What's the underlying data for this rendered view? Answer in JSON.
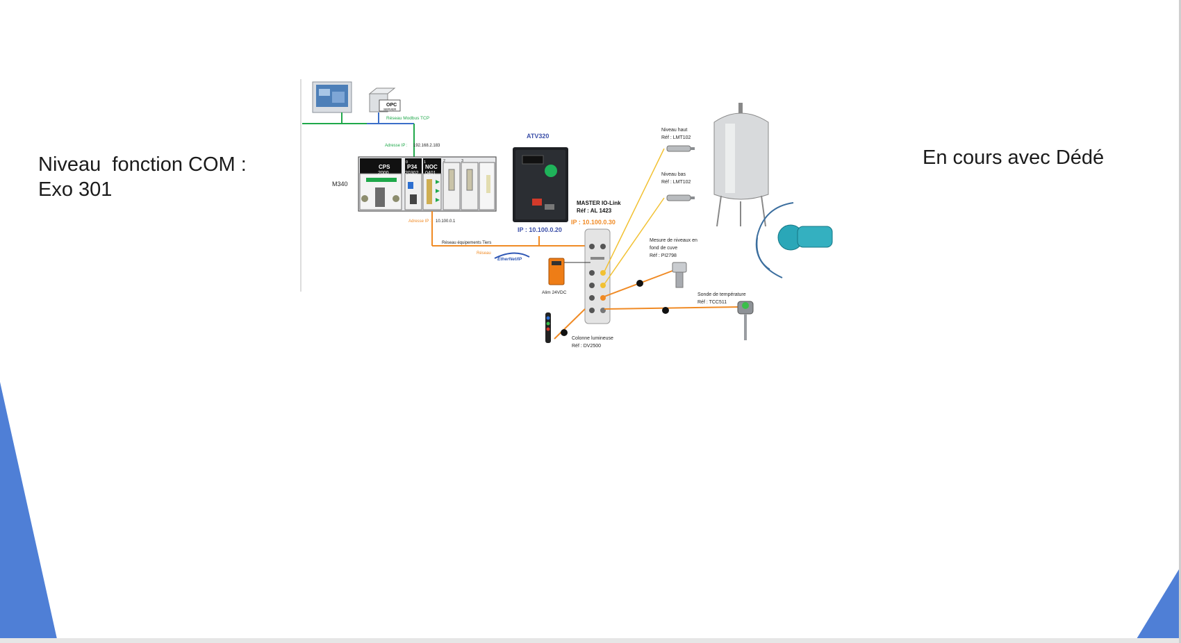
{
  "slide": {
    "title_line1": "Niveau  fonction COM :",
    "title_line2": "Exo 301",
    "status_text": "En cours avec Dédé",
    "accent_color": "#4f7fd6"
  },
  "diagram": {
    "modbus_network": "Réseau Modbus TCP",
    "opc_label": "OPC",
    "opc_sub": "SERVER",
    "address_ip_1_label": "Adresse IP :",
    "address_ip_1": "192.168.2.183",
    "address_ip_2_label": "Adresse IP :",
    "address_ip_2": "10.100.0.1",
    "plc_name": "M340",
    "module_cps": "CPS",
    "module_cps_ref": "2000",
    "module_p34": "P34",
    "module_p34_ref": "20302",
    "module_noc": "NOC",
    "module_noc_ref": "0401",
    "slot_0": "0",
    "slot_1": "1",
    "slot_2": "2",
    "slot_3": "3",
    "drive_name": "ATV320",
    "drive_ip": "IP : 10.100.0.20",
    "master_title": "MASTER IO-Link",
    "master_ref": "Réf : AL 1423",
    "master_ip": "IP : 10.100.0.30",
    "tiers_network": "Réseau équipements Tiers",
    "reseau": "Réseau",
    "ethernetip": "EtherNet/IP",
    "psu": "Alim 24VDC",
    "level_high": "Niveau haut",
    "level_high_ref": "Réf : LMT102",
    "level_low": "Niveau bas",
    "level_low_ref": "Réf : LMT102",
    "level_measure_1": "Mesure de niveaux en",
    "level_measure_2": "fond de cuve",
    "level_measure_ref": "Réf : PI2798",
    "temp_probe": "Sonde de température",
    "temp_probe_ref": "Réf : TCC511",
    "light_column": "Colonne lumineuse",
    "light_column_ref": "Réf : DV2500",
    "colors": {
      "modbus_green": "#1fa84a",
      "ethernet_orange": "#f08a24",
      "iolink_yellow": "#f2c132",
      "drive_blue": "#3b4fa8"
    }
  }
}
